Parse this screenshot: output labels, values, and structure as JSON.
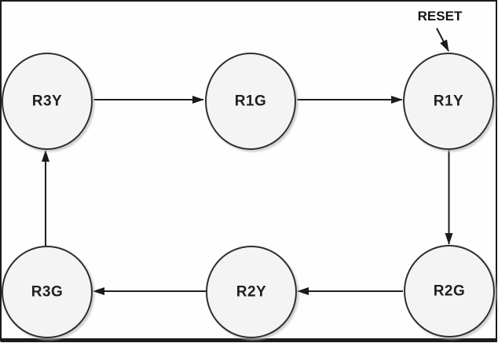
{
  "diagram": {
    "type": "state-diagram",
    "reset_label": "RESET",
    "states": [
      {
        "label": "R3Y"
      },
      {
        "label": "R1G"
      },
      {
        "label": "R1Y"
      },
      {
        "label": "R3G"
      },
      {
        "label": "R2Y"
      },
      {
        "label": "R2G"
      }
    ],
    "transitions": [
      {
        "from": "R3Y",
        "to": "R1G"
      },
      {
        "from": "R1G",
        "to": "R1Y"
      },
      {
        "from": "R1Y",
        "to": "R2G"
      },
      {
        "from": "R2G",
        "to": "R2Y"
      },
      {
        "from": "R2Y",
        "to": "R3G"
      },
      {
        "from": "R3G",
        "to": "R3Y"
      },
      {
        "from": "RESET",
        "to": "R1Y"
      }
    ],
    "colors": {
      "background": "#fefefe",
      "frame_border": "#1b1b1b",
      "node_fill": "#f4f4f4",
      "node_stroke": "#2e2e2e",
      "arrow": "#1e1e1e",
      "text": "#1f1f1f"
    }
  }
}
